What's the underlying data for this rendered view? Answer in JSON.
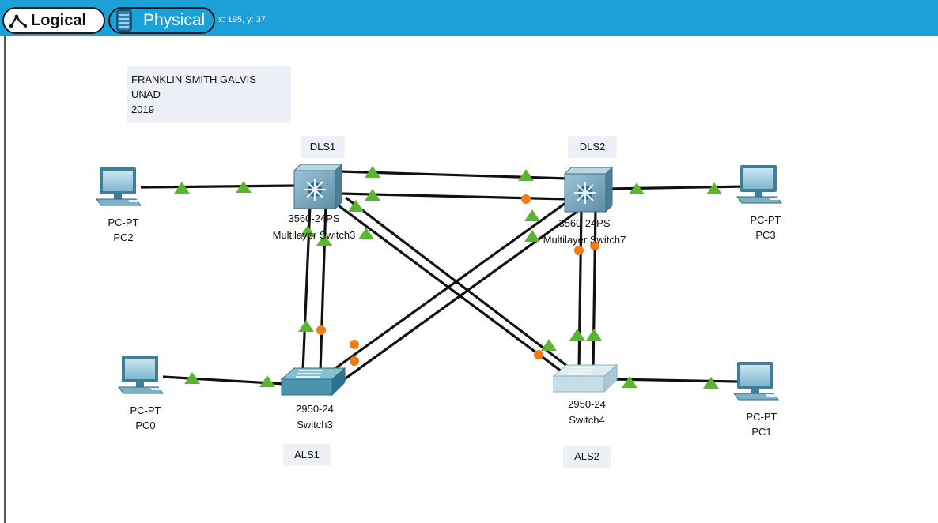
{
  "toolbar": {
    "logical_label": "Logical",
    "physical_label": "Physical",
    "coords": "x: 195, y: 37"
  },
  "note": {
    "lines": [
      "FRANKLIN SMITH GALVIS",
      "UNAD",
      "2019"
    ]
  },
  "labels": {
    "dls1": "DLS1",
    "dls2": "DLS2",
    "als1": "ALS1",
    "als2": "ALS2"
  },
  "devices": {
    "pc2": {
      "model": "PC-PT",
      "name": "PC2"
    },
    "pc3": {
      "model": "PC-PT",
      "name": "PC3"
    },
    "pc0": {
      "model": "PC-PT",
      "name": "PC0"
    },
    "pc1": {
      "model": "PC-PT",
      "name": "PC1"
    },
    "switch_ml3": {
      "model": "3560-24PS",
      "name": "Multilayer Switch3"
    },
    "switch_ml7": {
      "model": "3560-24PS",
      "name": "Multilayer Switch7"
    },
    "switch3": {
      "model": "2950-24",
      "name": "Switch3"
    },
    "switch4": {
      "model": "2950-24",
      "name": "Switch4"
    }
  },
  "colors": {
    "toolbar": "#1ba0d8",
    "link_up": "#5cb531",
    "link_blocking": "#f07c19",
    "note_bg": "#eef0f8",
    "mls_body": "#6fa0b8",
    "switch3_body": "#5b9fb5",
    "switch4_body": "#c6dde6"
  },
  "icons": {
    "logical": "logical-topology-icon",
    "physical": "physical-rack-icon"
  }
}
